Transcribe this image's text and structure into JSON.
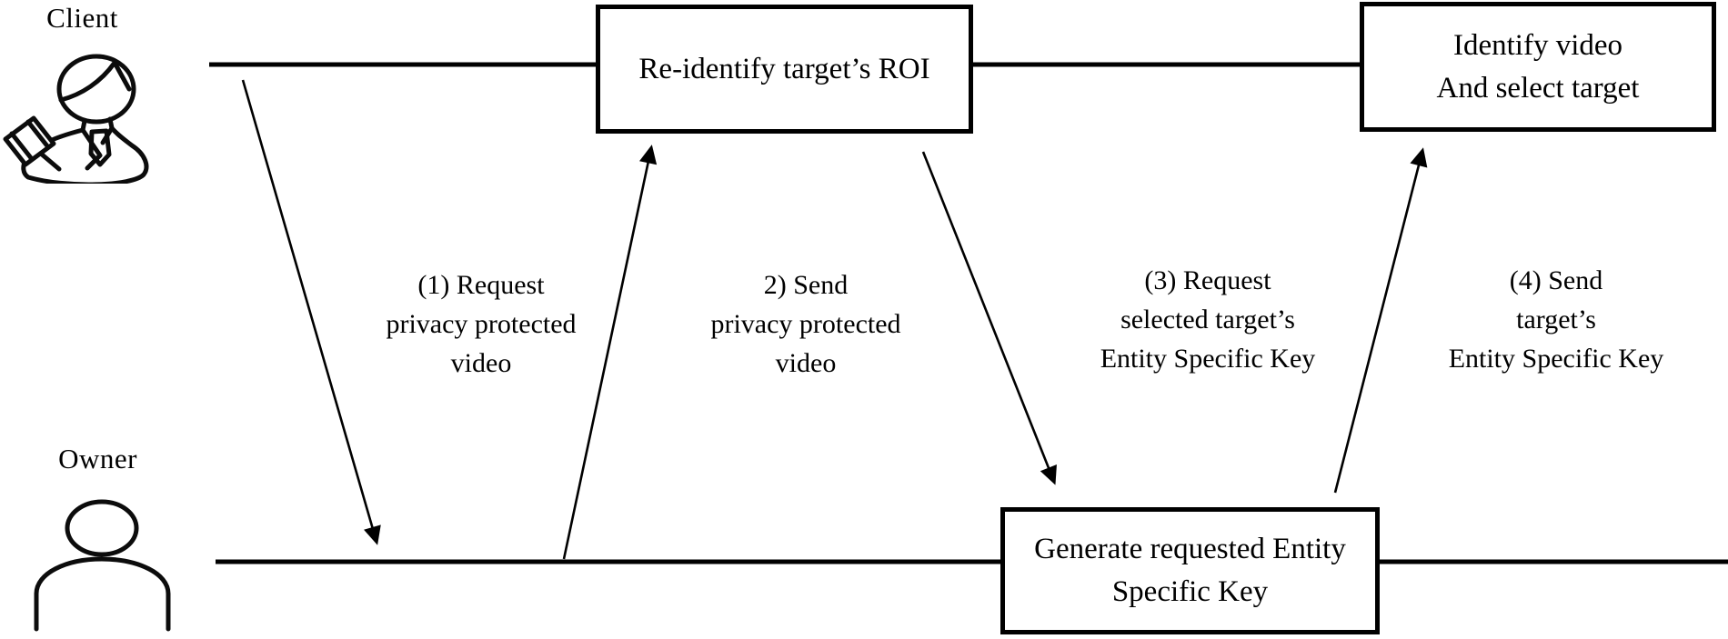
{
  "diagram": {
    "title_implied": "",
    "colors": {
      "line": "#000000",
      "background": "#ffffff",
      "text": "#000000"
    },
    "actors": [
      {
        "label": "Client",
        "icon": "person-with-gavel-icon"
      },
      {
        "label": "Owner",
        "icon": "person-icon"
      }
    ],
    "boxes": [
      {
        "id": "reidentify",
        "line1": "Re-identify target’s ROI"
      },
      {
        "id": "identify",
        "line1": "Identify video",
        "line2": "And select target"
      },
      {
        "id": "generate",
        "line1": "Generate requested Entity",
        "line2": "Specific Key"
      }
    ],
    "messages": [
      {
        "line1": "(1) Request",
        "line2": "privacy protected",
        "line3": "video"
      },
      {
        "line1": "2) Send",
        "line2": "privacy protected",
        "line3": "video"
      },
      {
        "line1": "(3) Request",
        "line2": "selected target’s",
        "line3": "Entity Specific Key"
      },
      {
        "line1": "(4) Send",
        "line2": "target’s",
        "line3": "Entity Specific Key"
      }
    ]
  }
}
